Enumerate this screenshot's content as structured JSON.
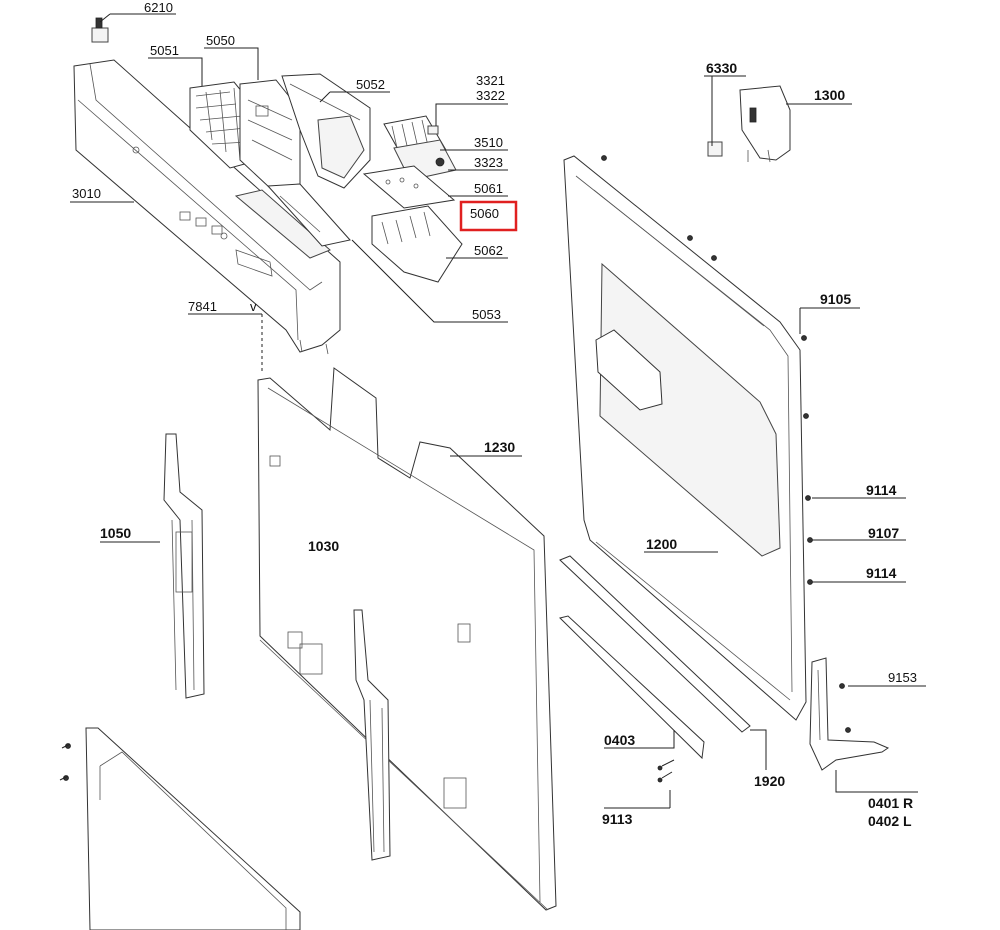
{
  "highlight": {
    "color": "#e02020",
    "part": "5060"
  },
  "labels": {
    "p6210": "6210",
    "p5051": "5051",
    "p5050": "5050",
    "p5052": "5052",
    "p3321": "3321",
    "p3322": "3322",
    "p3510": "3510",
    "p3323": "3323",
    "p5061": "5061",
    "p5060": "5060",
    "p5062": "5062",
    "p5053": "5053",
    "p3010": "3010",
    "p7841": "7841",
    "p7841v": "v",
    "p6330": "6330",
    "p1300": "1300",
    "p9105": "9105",
    "p1230": "1230",
    "p1050": "1050",
    "p1030": "1030",
    "p1200": "1200",
    "p9114a": "9114",
    "p9107": "9107",
    "p9114b": "9114",
    "p9153": "9153",
    "p0403": "0403",
    "p1920": "1920",
    "p9113": "9113",
    "p0401": "0401 R",
    "p0402": "0402 L"
  }
}
